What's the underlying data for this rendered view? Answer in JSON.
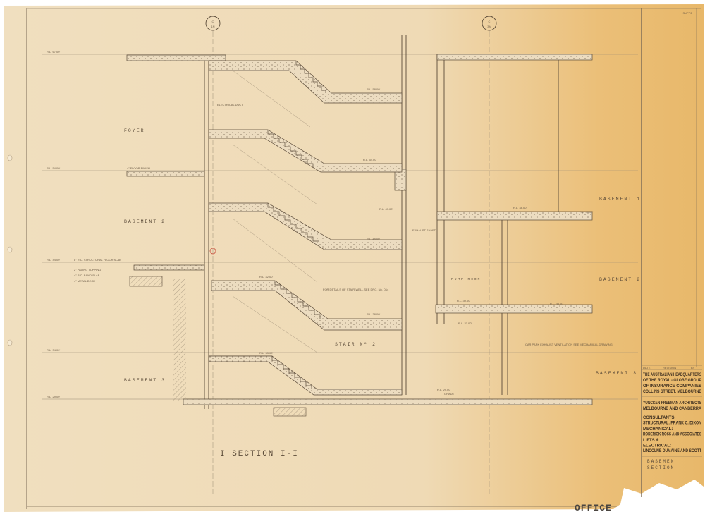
{
  "sheet": {
    "paper_color": "#f0dfbf",
    "stain_color": "#e9b767",
    "ink_color": "#5a4a38",
    "grid_markers": [
      {
        "top": "C",
        "bottom": "1N"
      },
      {
        "top": "C",
        "bottom": "3M"
      }
    ],
    "sheet_number_top": "SUPP2",
    "levels": [
      "R.L. 67.00'",
      "R.L. 54.00'",
      "R.L. 44.00'",
      "R.L. 34.00'",
      "R.L. 29.00'"
    ],
    "left_rooms": [
      "FOYER",
      "BASEMENT 2",
      "BASEMENT 3"
    ],
    "right_rooms": [
      "BASEMENT 1",
      "BASEMENT 2",
      "BASEMENT 3"
    ],
    "stair_label": "STAIR Nº 2",
    "pump_room_label": "PUMP ROOM",
    "section_title": "I SECTION I-I",
    "notes": {
      "floor_finish": "4\" FLOOR FINISH",
      "electrical_duct": "ELECTRICAL DUCT",
      "stair_details": "FOR DETAILS OF STAIR-WELL SEE DRG. No. D14",
      "exhaust_shaft": "EXHAUST SHAFT",
      "car_park_exhaust": "CAR PARK EXHAUST VENTILATION SEE MECHANICAL DRAWING",
      "slab_note": "8\" R.C. STRUCTURAL FLOOR SLAB",
      "paving": "2\" PAVING TOPPING",
      "rc_band": "4\" R.C. BAND SLAB",
      "metal_deck": "4\" METAL DECK",
      "grade": "GRADE"
    },
    "stair_levels": [
      "R.L. 58.00'",
      "R.L. 54.00'",
      "R.L. 49.00'",
      "R.L. 46.00'",
      "R.L. 42.00'",
      "R.L. 38.00'",
      "R.L. 33.00'",
      "R.L. 29.00'"
    ],
    "right_levels": [
      "R.L. 48.00'",
      "R.L. 49.00'",
      "R.L. 39.00'",
      "R.L. 39.00'",
      "R.L. 37.00'"
    ],
    "title_block": {
      "revision_headers": [
        "DATE",
        "REVISION",
        "BY"
      ],
      "project": [
        "THE AUSTRALIAN HEADQUARTERS",
        "OF THE ROYAL - GLOBE GROUP",
        "OF INSURANCE COMPANIES",
        "COLLINS STREET, MELBOURNE"
      ],
      "architect": [
        "YUNCKEN FREEMAN ARCHITECTS",
        "MELBOURNE AND CANBERRA"
      ],
      "consultants": [
        "CONSULTANTS",
        "STRUCTURAL: FRANK C. DIXON",
        "MECHANICAL:",
        "RODERICK ROSS AND ASSOCIATES",
        "LIFTS &",
        "ELECTRICAL:",
        "LINCOLNE DUMAINE AND SCOTT"
      ],
      "drawing_title": [
        "BASEMEN",
        "SECTION"
      ]
    },
    "stamp": "OFFICE"
  }
}
